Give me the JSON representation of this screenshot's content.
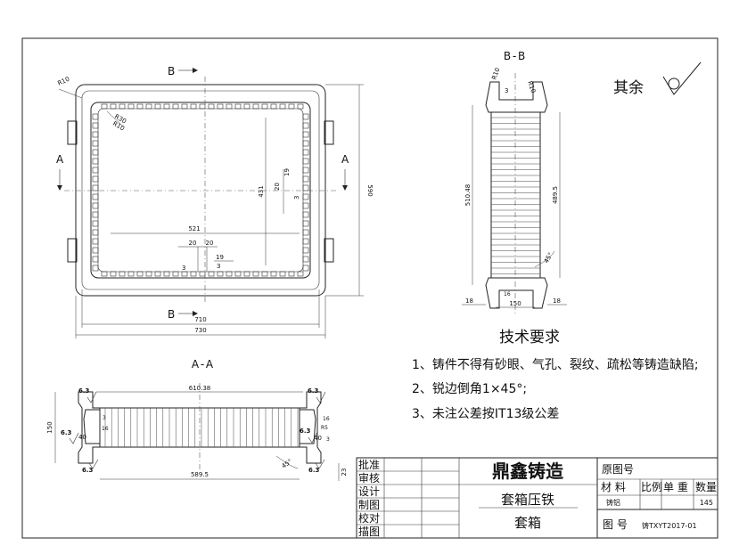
{
  "views": {
    "section_bb": "B-B",
    "section_aa": "A-A",
    "mark_a": "A",
    "mark_b": "B"
  },
  "roughness_note": "其余",
  "top_dims": {
    "r10a": "R10",
    "r30": "R30",
    "r10b": "R10",
    "d431": "431",
    "d590": "590",
    "d521": "521",
    "d20a": "20",
    "d20b": "20",
    "d3a": "3",
    "d3b": "3",
    "d19a": "19",
    "d19b": "19",
    "d20c": "20",
    "d3c": "3",
    "d710": "710",
    "d730": "730"
  },
  "bb_dims": {
    "r10a": "R10",
    "r10b": "R10",
    "d3": "3",
    "d510": "510.48",
    "d489": "489.5",
    "d18a": "18",
    "d18b": "18",
    "d150": "150",
    "d45": "45°",
    "d16": "16"
  },
  "aa_dims": {
    "d610": "610.38",
    "d150": "150",
    "d589": "589.5",
    "d23": "23",
    "d3a": "3",
    "d3b": "3",
    "d16a": "16",
    "d16b": "16",
    "d40a": "40",
    "d40b": "40",
    "r5": "R5",
    "d45": "45°",
    "ra_tl": "6.3",
    "ra_tr": "6.3",
    "ra_ml": "6.3",
    "ra_mr": "6.3",
    "ra_bl": "6.3",
    "ra_br": "6.3"
  },
  "requirements": {
    "title": "技术要求",
    "items": [
      "1、铸件不得有砂眼、气孔、裂纹、疏松等铸造缺陷;",
      "2、锐边倒角1×45°;",
      "3、未注公差按IT13级公差"
    ]
  },
  "title_block": {
    "roles": [
      "批准",
      "审核",
      "设计",
      "制图",
      "校对",
      "描图"
    ],
    "company": "鼎鑫铸造",
    "part_name": "套箱压铁",
    "assembly": "套箱",
    "orig_label": "原图号",
    "material_label": "材 料",
    "ratio_label": "比例",
    "weight_label": "单 重",
    "qty_label": "数量",
    "material_value": "铸铝",
    "weight_value": "145",
    "drawing_no_label": "图 号",
    "drawing_no": "铸TXYT2017-01"
  }
}
